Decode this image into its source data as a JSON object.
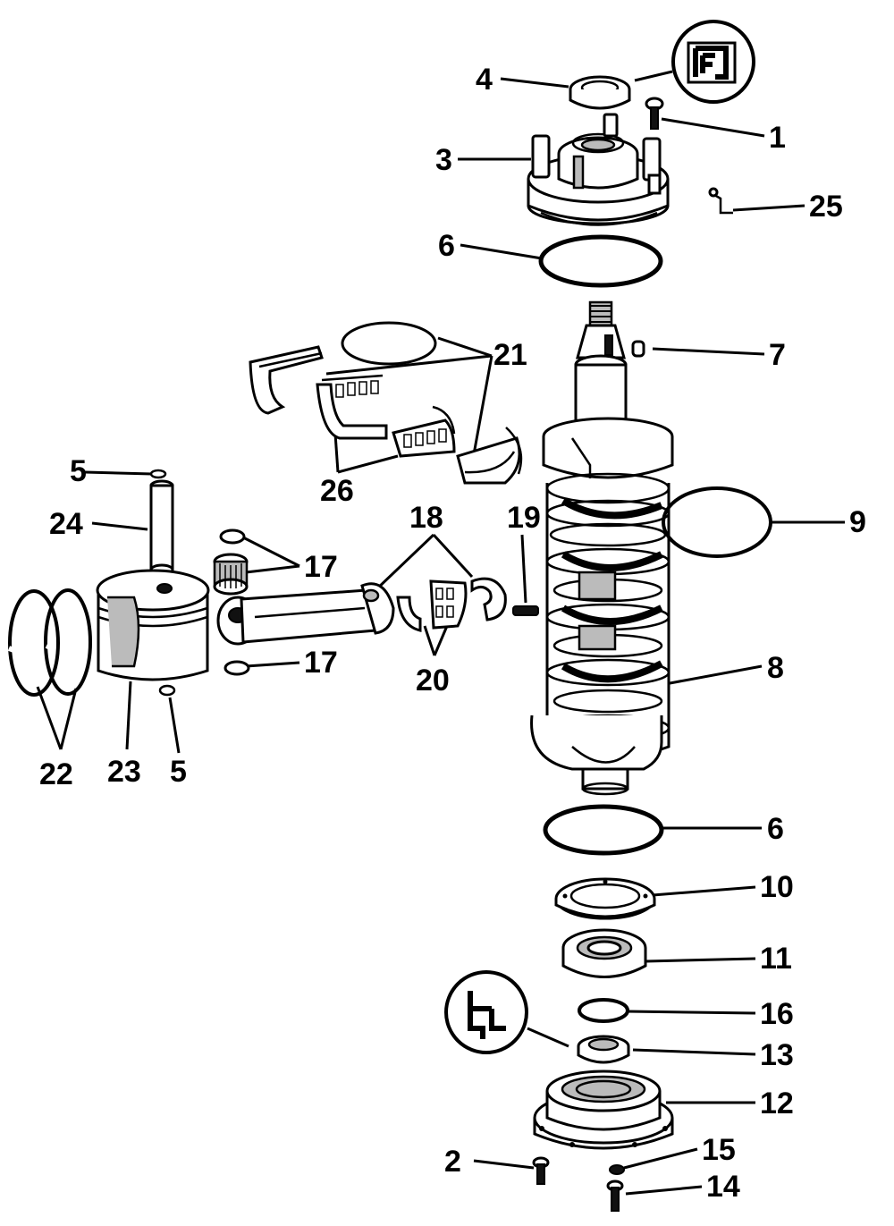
{
  "labels": {
    "p1": "1",
    "p2": "2",
    "p3": "3",
    "p4": "4",
    "p5a": "5",
    "p5b": "5",
    "p6a": "6",
    "p6b": "6",
    "p7": "7",
    "p8": "8",
    "p9": "9",
    "p10": "10",
    "p11": "11",
    "p12": "12",
    "p13": "13",
    "p14": "14",
    "p15": "15",
    "p16": "16",
    "p17a": "17",
    "p17b": "17",
    "p18": "18",
    "p19": "19",
    "p20": "20",
    "p21": "21",
    "p22": "22",
    "p23": "23",
    "p24": "24",
    "p25": "25",
    "p26": "26"
  },
  "symbols": {
    "top_lubricant": "lubricant-symbol-icon",
    "bottom_lubricant": "lubricant-symbol-icon"
  }
}
